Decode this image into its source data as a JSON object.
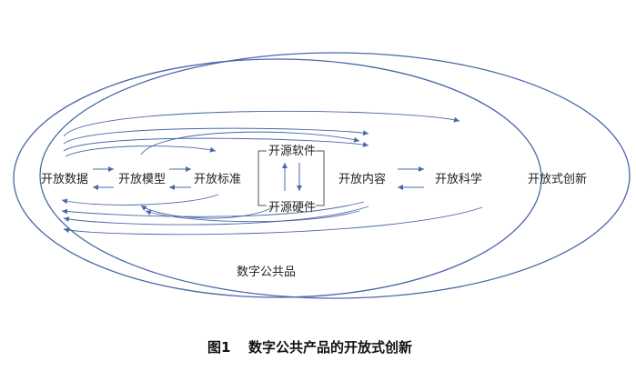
{
  "nodes": {
    "open_data": "开放数据",
    "open_model": "开放模型",
    "open_standard": "开放标准",
    "open_source_software": "开源软件",
    "open_source_hardware": "开源硬件",
    "open_content": "开放内容",
    "open_science": "开放科学"
  },
  "regions": {
    "open_innovation": "开放式创新",
    "digital_public_goods": "数字公共品"
  },
  "caption": {
    "number": "图1",
    "title": "数字公共产品的开放式创新"
  },
  "colors": {
    "line": "#4a67a8",
    "text": "#222222"
  }
}
